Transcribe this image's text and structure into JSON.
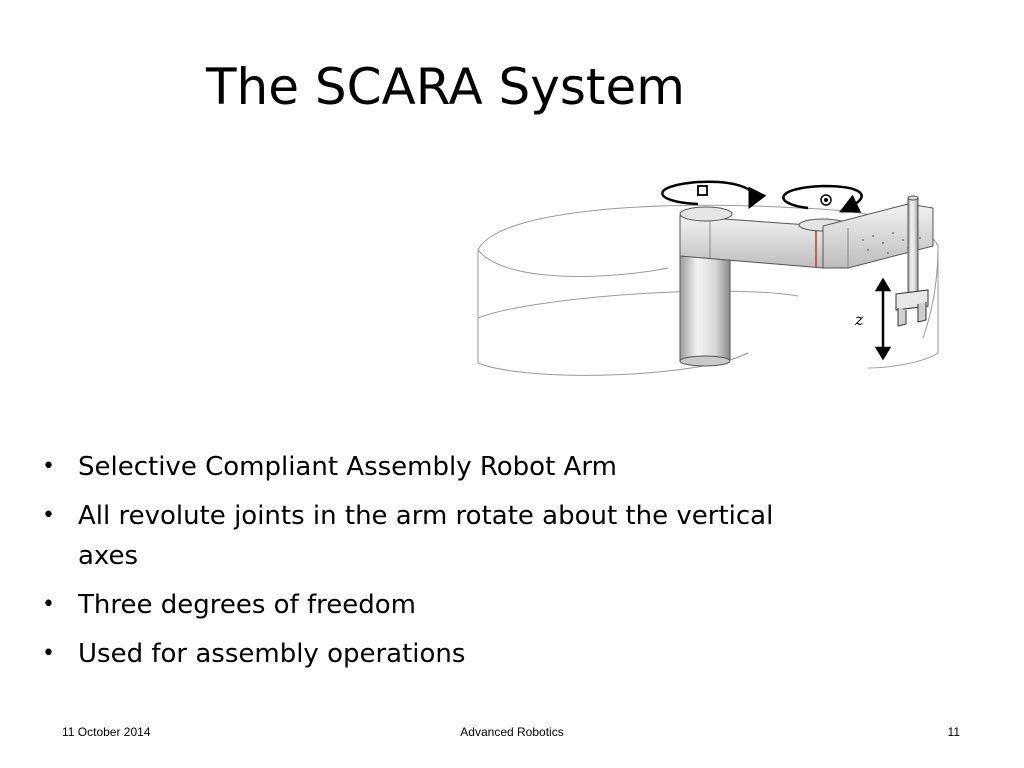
{
  "slide": {
    "title": "The SCARA System",
    "diagram_axis_label": "z",
    "bullets": [
      "Selective Compliant Assembly Robot Arm",
      "All revolute joints in the arm rotate about the vertical axes",
      "Three degrees of freedom",
      "Used for assembly operations"
    ]
  },
  "footer": {
    "date": "11 October 2014",
    "course": "Advanced Robotics",
    "page_number": "11"
  }
}
